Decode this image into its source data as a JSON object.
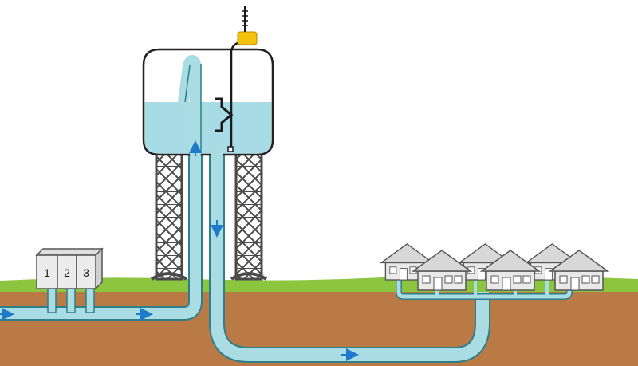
{
  "diagram": {
    "pump_labels": [
      "1",
      "2",
      "3"
    ],
    "colors": {
      "sky": "#ffffff",
      "grass": "#8cc63f",
      "soil": "#b97a45",
      "pipe": "#a9dde3",
      "pipe_stroke": "#2d7f8a",
      "water": "#a7dbe5",
      "tank_stroke": "#222222",
      "tower_leg": "#4a4a4a",
      "arrow": "#1f7ac9",
      "sensor": "#f4c20d",
      "house_wall": "#e9e9e9",
      "house_roof": "#d8d8d8",
      "house_stroke": "#555555"
    },
    "icons": {
      "pump_station": "pump-house",
      "tank": "elevated-water-tank",
      "level_sensor": "float-switch",
      "antenna": "radio-antenna",
      "houses": "residential-houses"
    }
  }
}
